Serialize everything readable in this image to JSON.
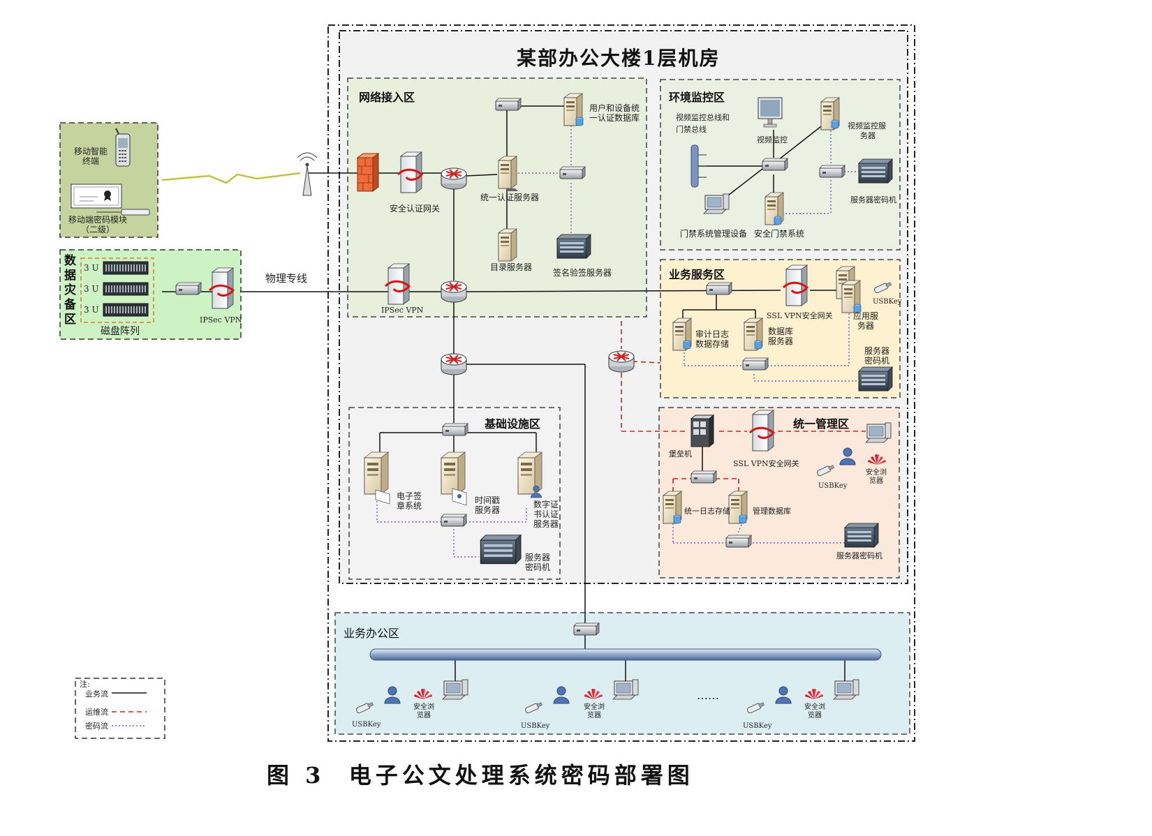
{
  "title": "某部办公大楼1层机房",
  "caption": "图 3  电子公文处理系统密码部署图",
  "zones": {
    "network_access": "网络接入区",
    "env_monitor": "环境监控区",
    "business_service": "业务服务区",
    "infrastructure": "基础设施区",
    "unified_mgmt": "统一管理区",
    "office": "业务办公区",
    "disaster_recovery": "数据灾备区"
  },
  "labels": {
    "mobile_terminal": [
      "移动智能",
      "终端"
    ],
    "mobile_crypto_module": [
      "移动端密码模块",
      "（二级）"
    ],
    "physical_line": "物理专线",
    "disk_array": "磁盘阵列",
    "unit_3u": "3 U",
    "ipsec_vpn_left": "IPSec  VPN",
    "security_auth_gateway": "安全认证网关",
    "user_device_db": [
      "用户和设备统",
      "一认证数据库"
    ],
    "unified_auth_server": "统一认证服务器",
    "directory_server": "目录服务器",
    "sign_verify_server": "签名验签服务器",
    "ipsec_vpn_center": "IPSec  VPN",
    "video_bus": [
      "视频监控总线和",
      "门禁总线"
    ],
    "video_monitor": "视频监控",
    "video_server": [
      "视频监控服",
      "务器"
    ],
    "server_crypto_env": "服务器密码机",
    "access_ctrl_device": "门禁系统管理设备",
    "secure_access_system": "安全门禁系统",
    "ssl_vpn_biz": "SSL  VPN安全网关",
    "usbkey_biz": "USBKey",
    "app_server": [
      "应用服",
      "务器"
    ],
    "audit_log": [
      "审计日志",
      "数据存储"
    ],
    "db_server": [
      "数据库",
      "服务器"
    ],
    "server_crypto_biz": [
      "服务器",
      "密码机"
    ],
    "e_seal": [
      "电子签",
      "章系统"
    ],
    "timestamp": [
      "时间戳",
      "服务器"
    ],
    "cert_auth": [
      "数字证",
      "书认证",
      "服务器"
    ],
    "server_crypto_infra": [
      "服务器",
      "密码机"
    ],
    "bastion": "堡垒机",
    "ssl_vpn_mgmt": "SSL  VPN安全网关",
    "usbkey_mgmt": "USBKey",
    "secure_browser_mgmt": [
      "安全浏",
      "览器"
    ],
    "unified_log": "统一日志存储",
    "mgmt_db": "管理数据库",
    "server_crypto_mgmt": "服务器密码机",
    "usbkey_office": "USBKey",
    "secure_browser_office": [
      "安全浏",
      "览器"
    ],
    "ellipsis": "……"
  },
  "legend": {
    "title": "注:",
    "business": "业务流",
    "ops": "运维流",
    "crypto": "密码流"
  },
  "colors": {
    "network_access_bg": "#e8efdc",
    "env_bg": "#ebf1e2",
    "biz_bg": "#fdf1cf",
    "mgmt_bg": "#fbe9dc",
    "office_bg": "#ddeef3",
    "mobile_bg": "#c5d49e",
    "dr_bg": "#cdf3c5",
    "room_bg": "#f2f2f2",
    "ops_flow": "#cc2222",
    "crypto_flow": "#7b54c4",
    "business_flow": "#111111"
  }
}
